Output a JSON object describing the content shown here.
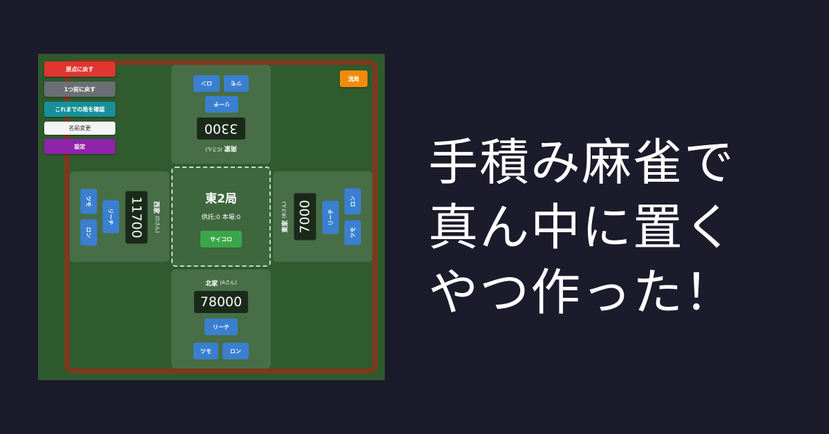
{
  "sidebar": {
    "reset_to_start": "原点に戻す",
    "undo": "1つ前に戻す",
    "history": "これまでの局を確認",
    "rename": "名前変更",
    "settings": "設定"
  },
  "draw_button": "流局",
  "center": {
    "round": "東2局",
    "deposit": "供託:0",
    "honba": "本場:0",
    "dice": "サイコロ"
  },
  "players": {
    "south": {
      "seat": "南家",
      "name": "(Cさん)",
      "score": "3300",
      "riichi": "リーチ",
      "tsumo": "ツモ",
      "ron": "ロン"
    },
    "west": {
      "seat": "西家",
      "name": "(Dさん)",
      "score": "11700",
      "riichi": "リーチ",
      "tsumo": "ツモ",
      "ron": "ロン"
    },
    "east": {
      "seat": "東家",
      "name": "(Bさん)",
      "score": "7000",
      "riichi": "リーチ",
      "tsumo": "ツモ",
      "ron": "ロン"
    },
    "north": {
      "seat": "北家",
      "name": "(Aさん)",
      "score": "78000",
      "riichi": "リーチ",
      "tsumo": "ツモ",
      "ron": "ロン"
    }
  },
  "headline": {
    "line1": "手積み麻雀で",
    "line2": "真ん中に置く",
    "line3": "やつ作った！"
  },
  "colors": {
    "background": "#1c1b2b",
    "felt": "#2f5b2e",
    "rim": "#7a3a1e",
    "red": "#e2352f",
    "gray": "#6b6f74",
    "teal": "#17909a",
    "purple": "#8e24aa",
    "orange": "#f28b0c",
    "blue": "#3a7fd0",
    "green": "#3aa64a"
  }
}
